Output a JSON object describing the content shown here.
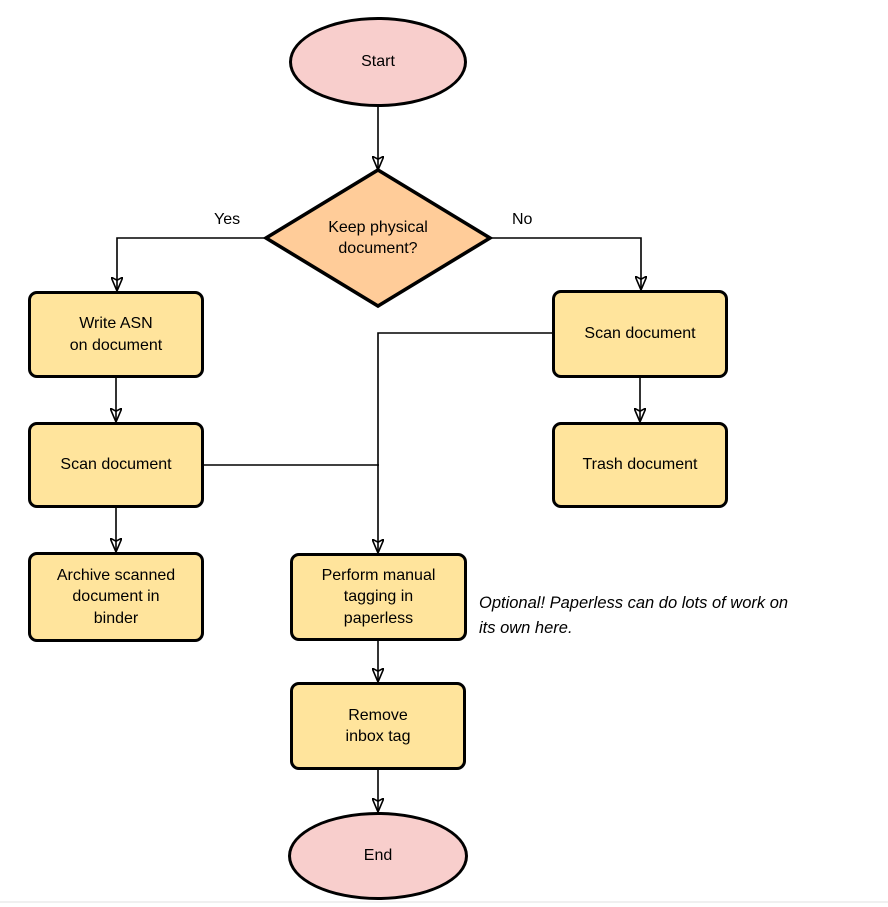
{
  "diagram": {
    "nodes": {
      "start": {
        "label": "Start",
        "type": "terminator"
      },
      "decision": {
        "label": "Keep physical\ndocument?",
        "type": "decision"
      },
      "write_asn": {
        "label": "Write ASN\non document",
        "type": "process"
      },
      "scan_left": {
        "label": "Scan document",
        "type": "process"
      },
      "archive": {
        "label": "Archive scanned\ndocument in\nbinder",
        "type": "process"
      },
      "scan_right": {
        "label": "Scan document",
        "type": "process"
      },
      "trash": {
        "label": "Trash document",
        "type": "process"
      },
      "perform_tagging": {
        "label": "Perform manual\ntagging in\npaperless",
        "type": "process"
      },
      "remove_inbox": {
        "label": "Remove\ninbox tag",
        "type": "process"
      },
      "end": {
        "label": "End",
        "type": "terminator"
      }
    },
    "edge_labels": {
      "yes": "Yes",
      "no": "No"
    },
    "note": "Optional! Paperless can do lots of work on\nits own here.",
    "colors": {
      "terminator_fill": "#f8cecc",
      "decision_fill": "#ffcc99",
      "process_fill": "#ffe49c",
      "stroke": "#000000"
    }
  }
}
